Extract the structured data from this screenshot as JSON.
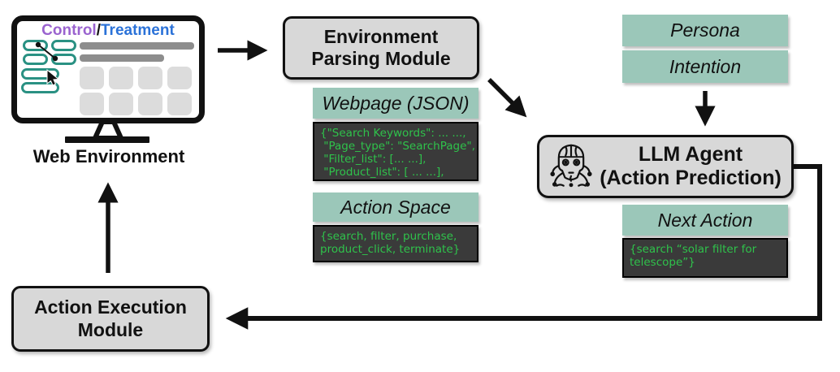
{
  "web_environment": {
    "label": "Web Environment",
    "screen_title": {
      "control": "Control",
      "separator": "/",
      "treatment": "Treatment"
    }
  },
  "modules": {
    "environment_parsing": {
      "line1": "Environment",
      "line2": "Parsing Module"
    },
    "llm_agent": {
      "line1": "LLM Agent",
      "line2": "(Action Prediction)"
    },
    "action_execution": {
      "line1": "Action Execution",
      "line2": "Module"
    }
  },
  "headers": {
    "webpage_json": "Webpage (JSON)",
    "action_space": "Action Space",
    "persona": "Persona",
    "intention": "Intention",
    "next_action": "Next Action"
  },
  "code_blocks": {
    "webpage_json": {
      "lines": [
        "{\"Search Keywords\": ... ...,",
        " \"Page_type\": \"SearchPage\",",
        " \"Filter_list\": [... ...],",
        " \"Product_list\": [ ... ...],"
      ]
    },
    "action_space": {
      "lines": [
        "{search, filter, purchase,",
        "product_click, terminate}"
      ]
    },
    "next_action": {
      "lines": [
        "{search “solar filter for",
        "telescope”}"
      ]
    }
  },
  "colors": {
    "teal_header": "#9bc7b9",
    "module_gray": "#d8d8d8",
    "code_background": "#3a3a3a",
    "code_green": "#2fc24b",
    "control_purple": "#9a63cf",
    "treatment_blue": "#2b72d8",
    "pill_teal": "#2a9183",
    "bar_gray": "#8d8d8d",
    "arrow_black": "#111111"
  },
  "icons": {
    "robot": "robot-icon",
    "cursor": "cursor-icon"
  }
}
